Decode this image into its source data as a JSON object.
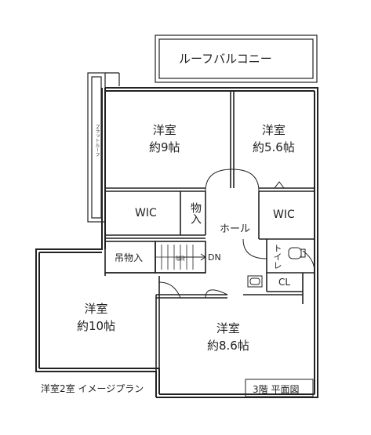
{
  "balcony": {
    "label": "ルーフバルコニー"
  },
  "flat_roof": {
    "label": "フラットルーフ"
  },
  "rooms": {
    "western_9": {
      "name": "洋室",
      "size": "約9帖"
    },
    "western_5_6": {
      "name": "洋室",
      "size": "約5.6帖"
    },
    "western_10": {
      "name": "洋室",
      "size": "約10帖"
    },
    "western_8_6": {
      "name": "洋室",
      "size": "約8.6帖"
    }
  },
  "closets": {
    "wic_left": "WIC",
    "wic_right": "WIC",
    "storage_a": "物入",
    "hanging_storage": "吊物入",
    "cl": "CL"
  },
  "hall": "ホール",
  "toilet": "トイレ",
  "stairs": {
    "down_label": "DN",
    "small_text": "階段"
  },
  "caption": "洋室2室  イメージプラン",
  "floor_title": "3階  平面図",
  "colors": {
    "wall": "#222222",
    "background": "#ffffff"
  }
}
